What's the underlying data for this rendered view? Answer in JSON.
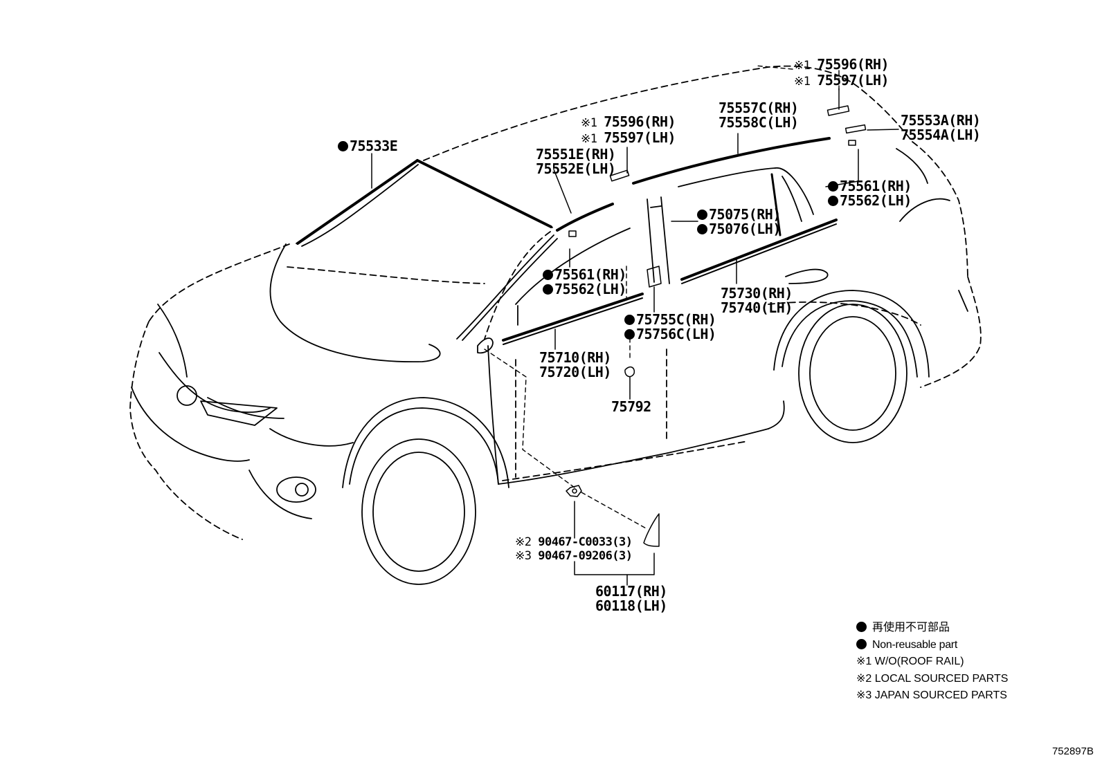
{
  "callouts": [
    {
      "id": "c75533e",
      "lines": [
        {
          "mark": "dot",
          "text": "75533E"
        }
      ]
    },
    {
      "id": "c75596a",
      "lines": [
        {
          "mark": "※1",
          "text": "75596(RH)"
        },
        {
          "mark": "※1",
          "text": "75597(LH)"
        }
      ]
    },
    {
      "id": "c75596b",
      "lines": [
        {
          "mark": "※1",
          "text": "75596(RH)"
        },
        {
          "mark": "※1",
          "text": "75597(LH)"
        }
      ]
    },
    {
      "id": "c75557c",
      "lines": [
        {
          "mark": "",
          "text": "75557C(RH)"
        },
        {
          "mark": "",
          "text": "75558C(LH)"
        }
      ]
    },
    {
      "id": "c75553a",
      "lines": [
        {
          "mark": "",
          "text": "75553A(RH)"
        },
        {
          "mark": "",
          "text": "75554A(LH)"
        }
      ]
    },
    {
      "id": "c75551e",
      "lines": [
        {
          "mark": "",
          "text": "75551E(RH)"
        },
        {
          "mark": "",
          "text": "75552E(LH)"
        }
      ]
    },
    {
      "id": "c75561r",
      "lines": [
        {
          "mark": "dot",
          "text": "75561(RH)"
        },
        {
          "mark": "dot",
          "text": "75562(LH)"
        }
      ]
    },
    {
      "id": "c75075",
      "lines": [
        {
          "mark": "dot",
          "text": "75075(RH)"
        },
        {
          "mark": "dot",
          "text": "75076(LH)"
        }
      ]
    },
    {
      "id": "c75561f",
      "lines": [
        {
          "mark": "dot",
          "text": "75561(RH)"
        },
        {
          "mark": "dot",
          "text": "75562(LH)"
        }
      ]
    },
    {
      "id": "c75730",
      "lines": [
        {
          "mark": "",
          "text": "75730(RH)"
        },
        {
          "mark": "",
          "text": "75740(LH)"
        }
      ]
    },
    {
      "id": "c75755c",
      "lines": [
        {
          "mark": "dot",
          "text": "75755C(RH)"
        },
        {
          "mark": "dot",
          "text": "75756C(LH)"
        }
      ]
    },
    {
      "id": "c75710",
      "lines": [
        {
          "mark": "",
          "text": "75710(RH)"
        },
        {
          "mark": "",
          "text": "75720(LH)"
        }
      ]
    },
    {
      "id": "c75792",
      "lines": [
        {
          "mark": "",
          "text": "75792"
        }
      ]
    },
    {
      "id": "c90467",
      "lines": [
        {
          "mark": "※2",
          "text": "90467-C0033(3)"
        },
        {
          "mark": "※3",
          "text": "90467-09206(3)"
        }
      ]
    },
    {
      "id": "c60117",
      "lines": [
        {
          "mark": "",
          "text": "60117(RH)"
        },
        {
          "mark": "",
          "text": "60118(LH)"
        }
      ]
    }
  ],
  "legend": [
    {
      "mark": "dot",
      "text": "再使用不可部品"
    },
    {
      "mark": "dot",
      "text": "Non-reusable part"
    },
    {
      "mark": "",
      "text": "※1 W/O(ROOF RAIL)"
    },
    {
      "mark": "",
      "text": "※2 LOCAL SOURCED PARTS"
    },
    {
      "mark": "",
      "text": "※3 JAPAN SOURCED PARTS"
    }
  ],
  "figure_id": "752897B"
}
